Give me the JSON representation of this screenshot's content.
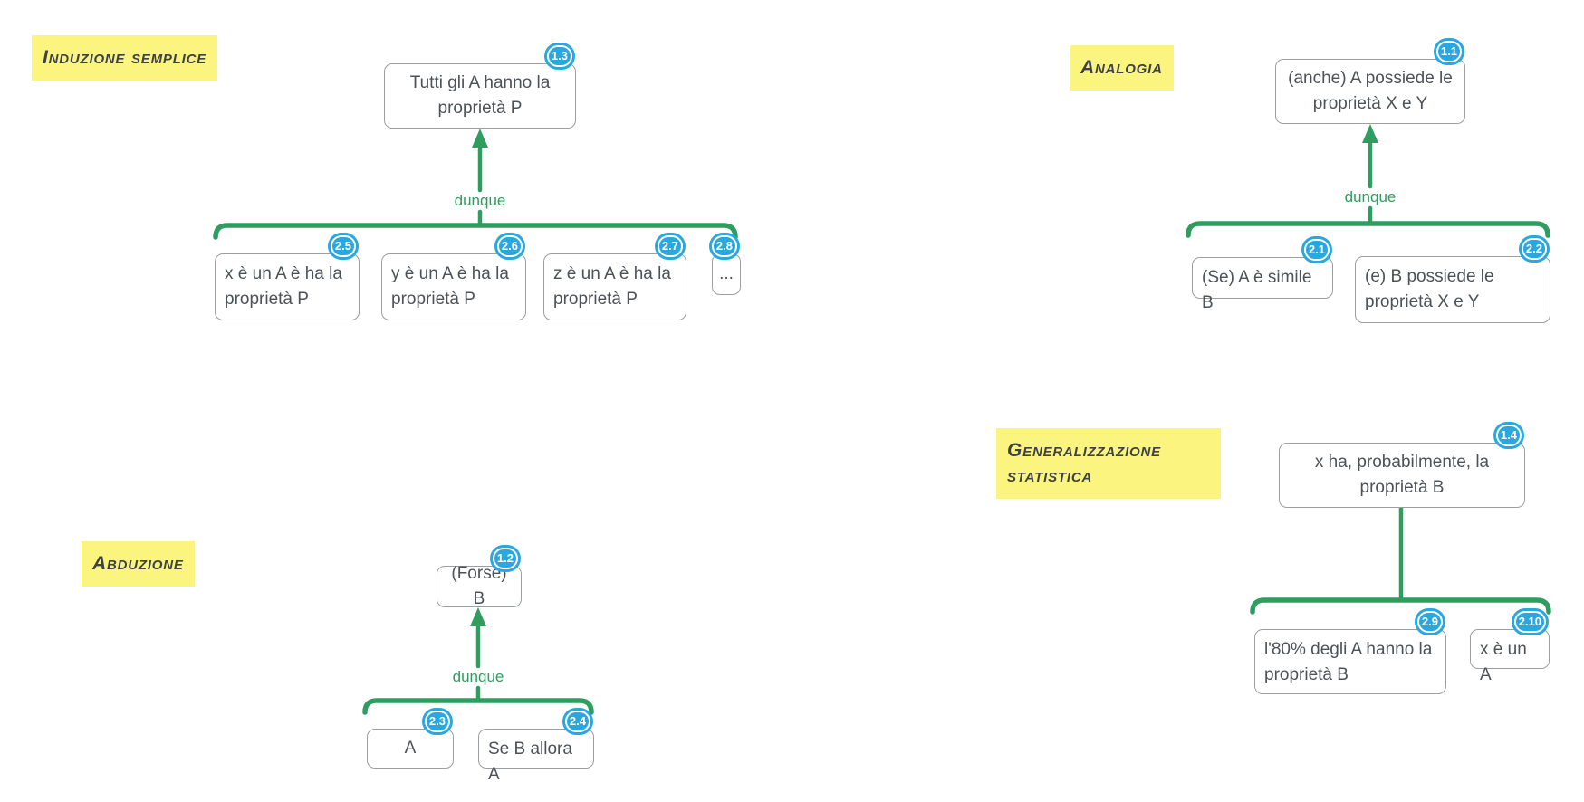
{
  "colors": {
    "green": "#2e9d5f",
    "blue": "#29a8e0",
    "yellow": "#fbf47e",
    "border": "#9b9fa2",
    "text": "#4d5257",
    "title": "#3d4247"
  },
  "diagrams": [
    {
      "id": "induzione-semplice",
      "title": "Induzione semplice",
      "connector_label": "dunque",
      "conclusion": {
        "badge": "1.3",
        "text": "Tutti gli A hanno la proprietà P"
      },
      "premises": [
        {
          "badge": "2.5",
          "text": "x è un A è ha la proprietà P"
        },
        {
          "badge": "2.6",
          "text": "y è un A è ha la proprietà P"
        },
        {
          "badge": "2.7",
          "text": "z è un A è ha la proprietà P"
        },
        {
          "badge": "2.8",
          "text": "..."
        }
      ]
    },
    {
      "id": "analogia",
      "title": "Analogia",
      "connector_label": "dunque",
      "conclusion": {
        "badge": "1.1",
        "text": "(anche) A possiede le proprietà X e Y"
      },
      "premises": [
        {
          "badge": "2.1",
          "text": "(Se) A è simile B"
        },
        {
          "badge": "2.2",
          "text": "(e) B possiede le proprietà X e Y"
        }
      ]
    },
    {
      "id": "abduzione",
      "title": "Abduzione",
      "connector_label": "dunque",
      "conclusion": {
        "badge": "1.2",
        "text": "(Forse) B"
      },
      "premises": [
        {
          "badge": "2.3",
          "text": "A"
        },
        {
          "badge": "2.4",
          "text": "Se B allora A"
        }
      ]
    },
    {
      "id": "generalizzazione-statistica",
      "title": "Generalizzazione statistica",
      "conclusion": {
        "badge": "1.4",
        "text": "x ha, probabilmente, la proprietà B"
      },
      "premises": [
        {
          "badge": "2.9",
          "text": "l'80% degli A hanno la proprietà B"
        },
        {
          "badge": "2.10",
          "text": "x è un A"
        }
      ]
    }
  ]
}
